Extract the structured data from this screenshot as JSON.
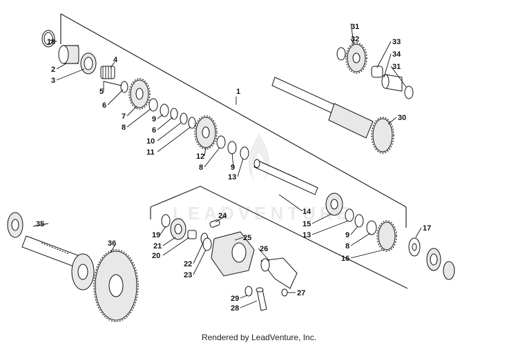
{
  "callouts": [
    "1",
    "2",
    "3",
    "4",
    "5",
    "6",
    "7",
    "8",
    "9",
    "6",
    "10",
    "11",
    "12",
    "8",
    "9",
    "13",
    "14",
    "15",
    "13",
    "9",
    "8",
    "16",
    "17",
    "18",
    "19",
    "20",
    "21",
    "22",
    "23",
    "24",
    "25",
    "26",
    "27",
    "28",
    "29",
    "30",
    "31",
    "32",
    "33",
    "34",
    "31",
    "35",
    "36"
  ],
  "watermark": "LEADVENTURE",
  "credit": "Rendered by LeadVenture, Inc."
}
